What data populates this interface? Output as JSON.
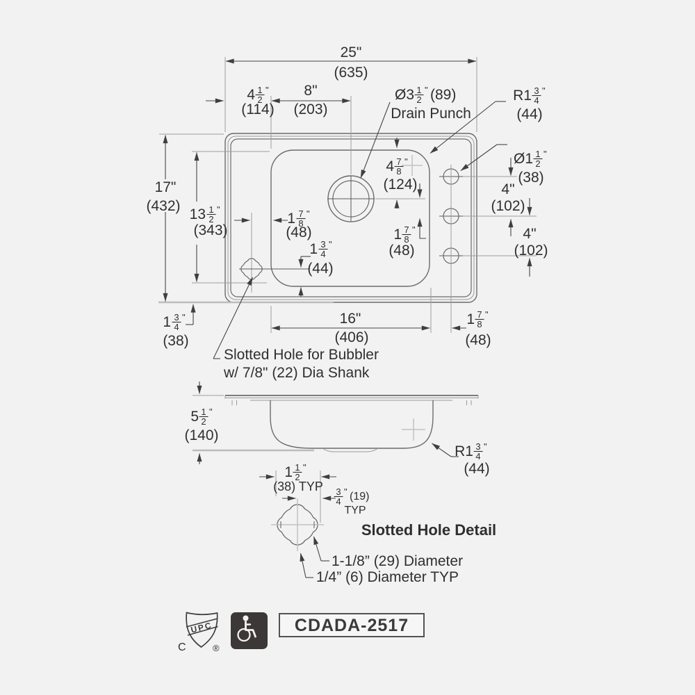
{
  "colors": {
    "background": "#f2f2f2",
    "outline": "#6b6b6b",
    "dimension": "#454545",
    "text": "#2f2f2f",
    "badge_fill": "#3b3837"
  },
  "top": {
    "w": {
      "label": "25\"",
      "mm": "(635)"
    },
    "offL": {
      "whole": "4",
      "num": "1",
      "den": "2",
      "unit": "\"",
      "mm": "(114)"
    },
    "drainX": {
      "label": "8\"",
      "mm": "(203)"
    },
    "drain": {
      "pre": "Ø3",
      "num": "1",
      "den": "2",
      "unit": "\"",
      "mm": "(89)",
      "line2": "Drain Punch"
    },
    "rad": {
      "pre": "R1",
      "num": "3",
      "den": "4",
      "unit": "\"",
      "mm": "(44)"
    },
    "holeDia": {
      "pre": "Ø1",
      "num": "1",
      "den": "2",
      "unit": "\"",
      "mm": "(38)"
    },
    "space1": {
      "label": "4\"",
      "mm": "(102)"
    },
    "space2": {
      "label": "4\"",
      "mm": "(102)"
    },
    "h": {
      "label": "17\"",
      "mm": "(432)"
    },
    "bowlH": {
      "whole": "13",
      "num": "1",
      "den": "2",
      "unit": "\"",
      "mm": "(343)"
    },
    "drainY": {
      "whole": "4",
      "num": "7",
      "den": "8",
      "unit": "\"",
      "mm": "(124)"
    },
    "holeOff": {
      "whole": "1",
      "num": "7",
      "den": "8",
      "unit": "\"",
      "mm": "(48)"
    },
    "bubOff": {
      "whole": "1",
      "num": "7",
      "den": "8",
      "unit": "\"",
      "mm": "(48)"
    },
    "bubY": {
      "whole": "1",
      "num": "3",
      "den": "4",
      "unit": "\"",
      "mm": "(44)"
    },
    "botL": {
      "whole": "1",
      "num": "3",
      "den": "4",
      "unit": "\"",
      "mm": "(38)"
    },
    "bowlW": {
      "label": "16\"",
      "mm": "(406)"
    },
    "botR": {
      "whole": "1",
      "num": "7",
      "den": "8",
      "unit": "\"",
      "mm": "(48)"
    },
    "note1": "Slotted Hole for Bubbler",
    "note2": "w/ 7/8\" (22) Dia Shank"
  },
  "side": {
    "depth": {
      "whole": "5",
      "num": "1",
      "den": "2",
      "unit": "\"",
      "mm": "(140)"
    },
    "rad": {
      "pre": "R1",
      "num": "3",
      "den": "4",
      "unit": "\"",
      "mm": "(44)"
    }
  },
  "detail": {
    "title": "Slotted Hole Detail",
    "w": {
      "whole": "1",
      "num": "1",
      "den": "2",
      "unit": "\"",
      "mm": "(38) TYP"
    },
    "half": {
      "num": "3",
      "den": "4",
      "unit": "\"",
      "mm": "(19)",
      "typ": "TYP"
    },
    "note1": "1-1/8” (29) Diameter",
    "note2": "1/4” (6) Diameter TYP"
  },
  "footer": {
    "upc": "UPC",
    "c": "C",
    "r": "®",
    "model": "CDADA-2517"
  }
}
